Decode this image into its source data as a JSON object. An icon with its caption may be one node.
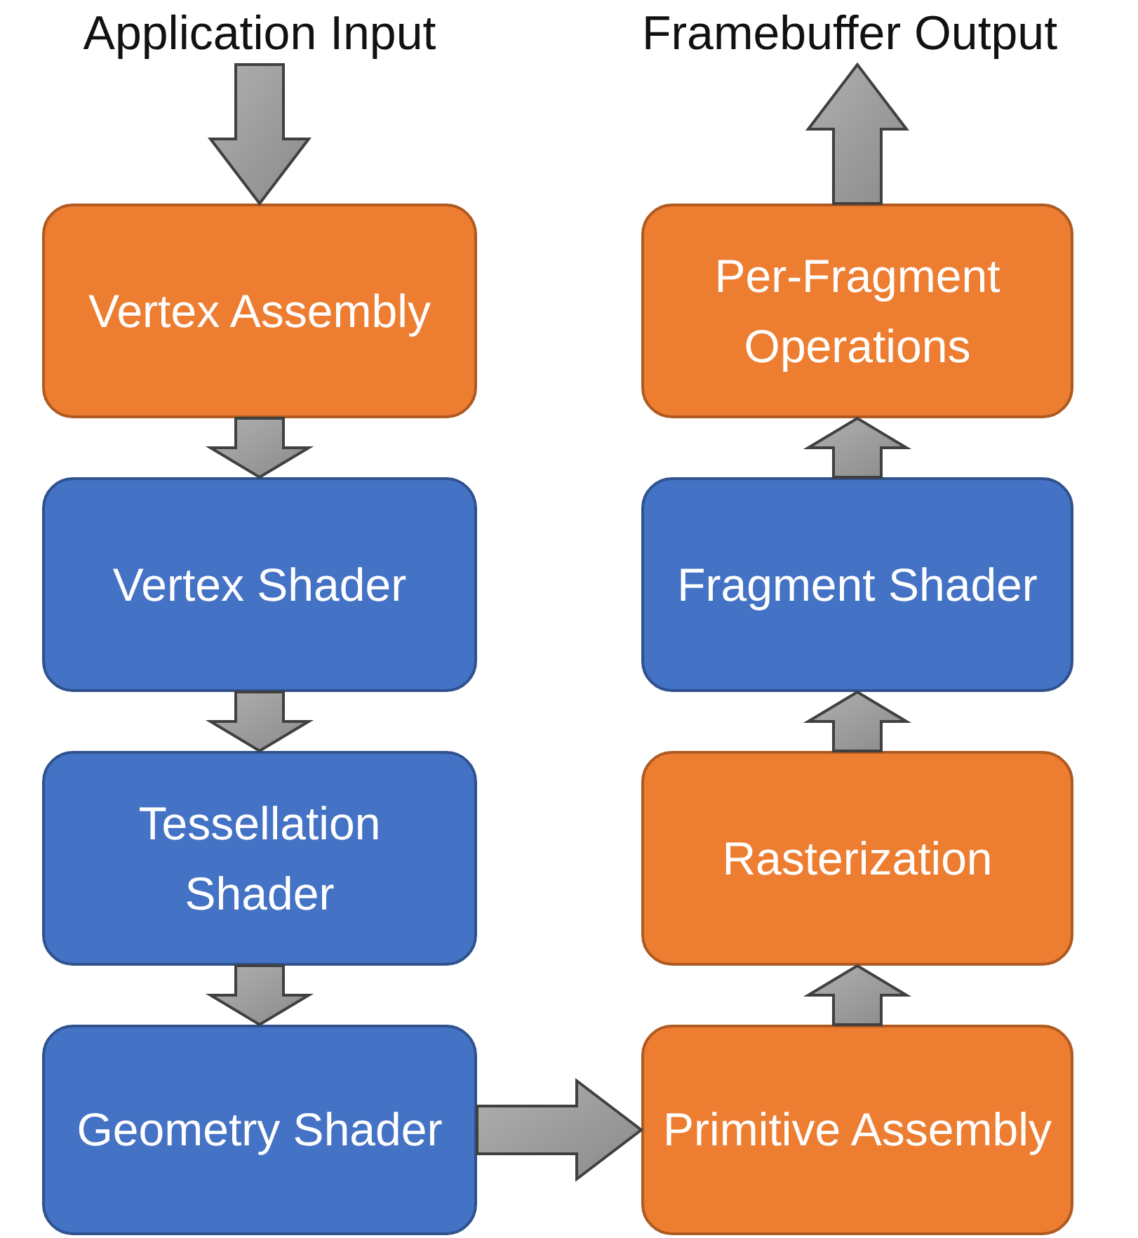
{
  "diagram": {
    "nodes": [
      {
        "text": [
          "Application Input"
        ]
      },
      {
        "text": [
          "Vertex Assembly"
        ]
      },
      {
        "text": [
          "Vertex Shader"
        ]
      },
      {
        "text": [
          "Tessellation Shader"
        ]
      },
      {
        "text": [
          "Geometry Shader"
        ]
      },
      {
        "text": [
          "Primitive Assembly"
        ]
      },
      {
        "text": [
          "Rasterization"
        ]
      },
      {
        "text": [
          "Fragment Shader"
        ]
      },
      {
        "text": [
          "Per-Fragment Operations"
        ]
      },
      {
        "text": [
          "Framebuffer Output"
        ]
      }
    ],
    "edges": [
      {
        "from": 0,
        "to": 1,
        "arrow": "to"
      },
      {
        "from": 1,
        "to": 2,
        "arrow": "to"
      },
      {
        "from": 2,
        "to": 3,
        "arrow": "to"
      },
      {
        "from": 3,
        "to": 4,
        "arrow": "to"
      },
      {
        "from": 4,
        "to": 5,
        "arrow": "to"
      },
      {
        "from": 5,
        "to": 6,
        "arrow": "to"
      },
      {
        "from": 6,
        "to": 7,
        "arrow": "to"
      },
      {
        "from": 7,
        "to": 8,
        "arrow": "to"
      },
      {
        "from": 8,
        "to": 9,
        "arrow": "to"
      }
    ]
  }
}
